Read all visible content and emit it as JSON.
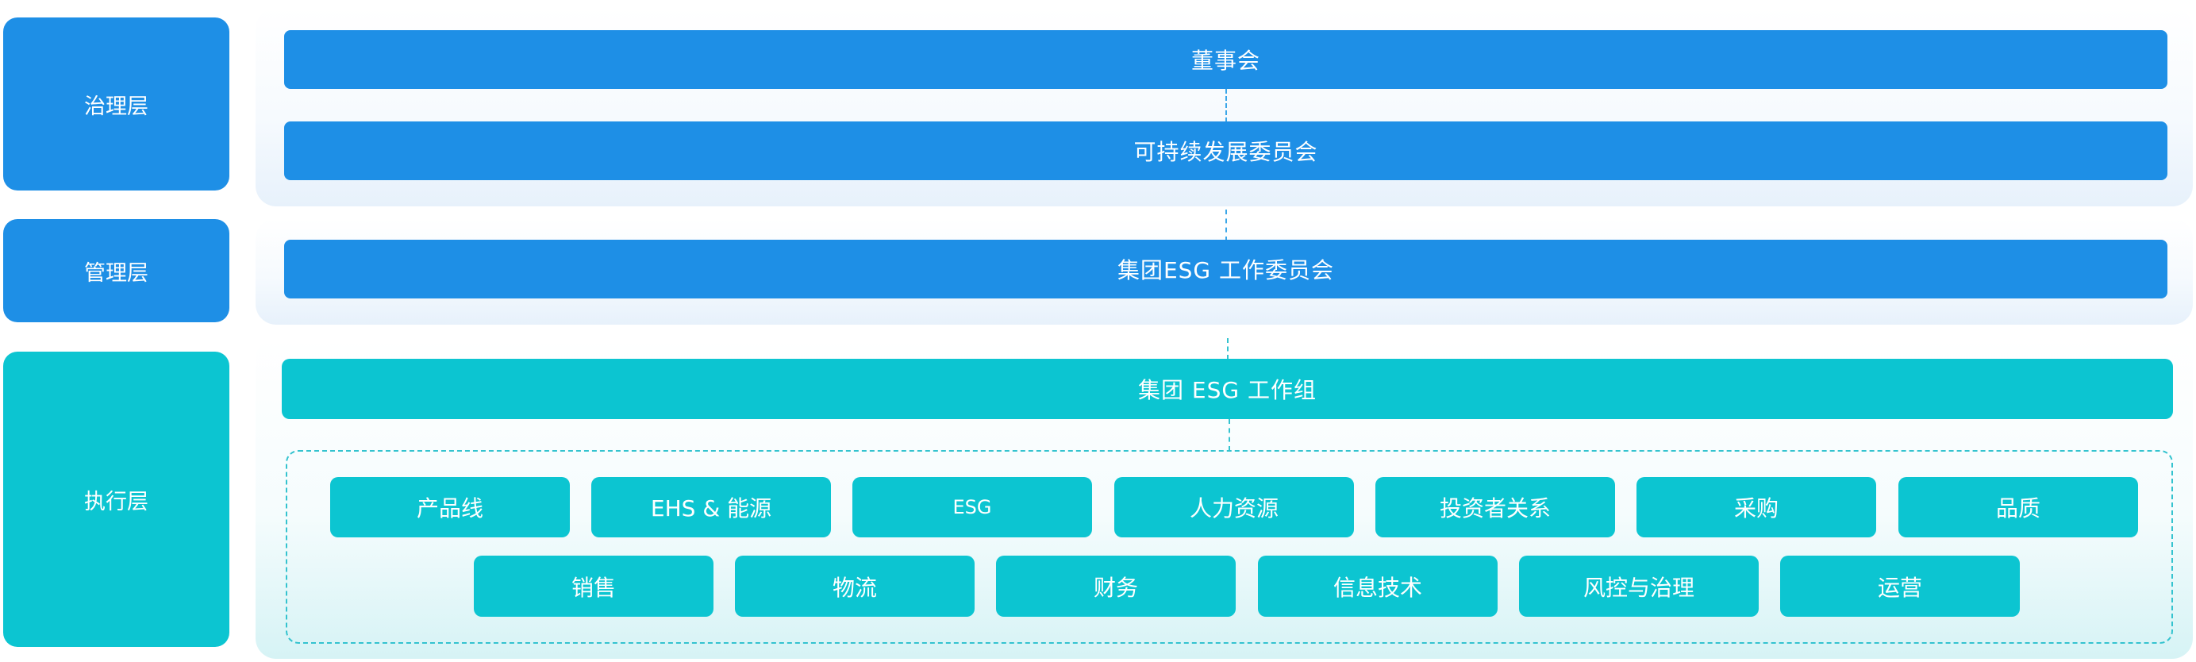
{
  "layers": {
    "governance": "治理层",
    "management": "管理层",
    "execution": "执行层"
  },
  "governance": {
    "board": "董事会",
    "sustainability_committee": "可持续发展委员会"
  },
  "management": {
    "esg_committee": "集团ESG 工作委员会"
  },
  "execution": {
    "esg_working_group": "集团 ESG 工作组",
    "departments_row1": [
      "产品线",
      "EHS & 能源",
      "ESG",
      "人力资源",
      "投资者关系",
      "采购",
      "品质"
    ],
    "departments_row2": [
      "销售",
      "物流",
      "财务",
      "信息技术",
      "风控与治理",
      "运营"
    ]
  },
  "colors": {
    "blue": "#1e8fe6",
    "teal": "#0cc5d1",
    "panel_tint": "#e7f1fb"
  }
}
